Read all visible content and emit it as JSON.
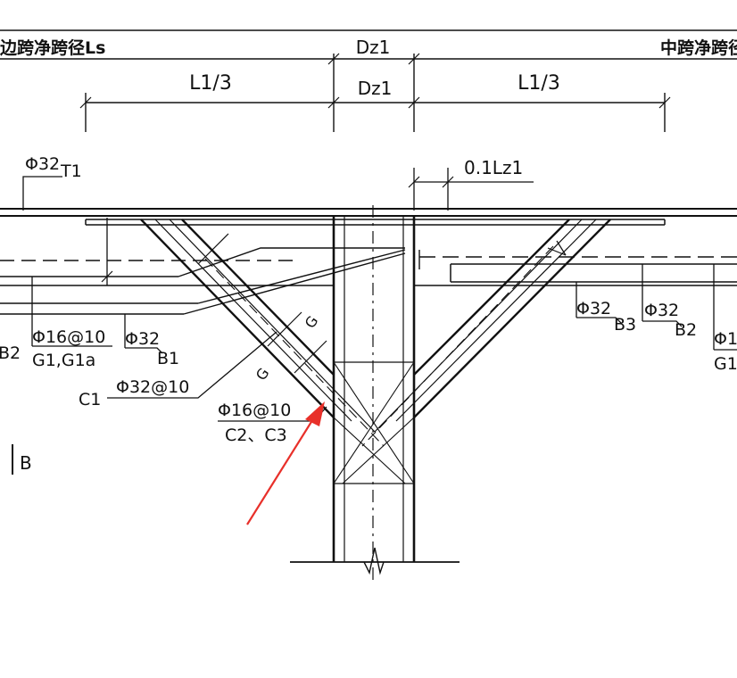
{
  "header": {
    "left_text": "边跨净跨径Ls",
    "center_text": "Dz1",
    "right_text": "中跨净跨径"
  },
  "dimensions": {
    "left_third": "L1/3",
    "center": "Dz1",
    "right_third": "L1/3",
    "top_offset": "0.1Lz1"
  },
  "labels": {
    "t1_bar": "Φ32",
    "t1_code": "T1",
    "g1_bar": "Φ16@10",
    "g1_code": "G1,G1a",
    "b1_bar": "Φ32",
    "b1_code": "B1",
    "b2_left_code": "B2",
    "c1_code": "C1",
    "c1_bar": "Φ32@10",
    "g_mark_upper": "G",
    "g_mark_lower": "G",
    "c23_bar": "Φ16@10",
    "c23_code": "C2、C3",
    "b3_bar": "Φ32",
    "b3_code": "B3",
    "b2_bar": "Φ32",
    "b2_code": "B2",
    "right_bar_partial": "Φ1",
    "right_code_partial": "G1",
    "section_mark": "B"
  },
  "colors": {
    "linework": "#111111",
    "arrow": "#e8302a"
  }
}
